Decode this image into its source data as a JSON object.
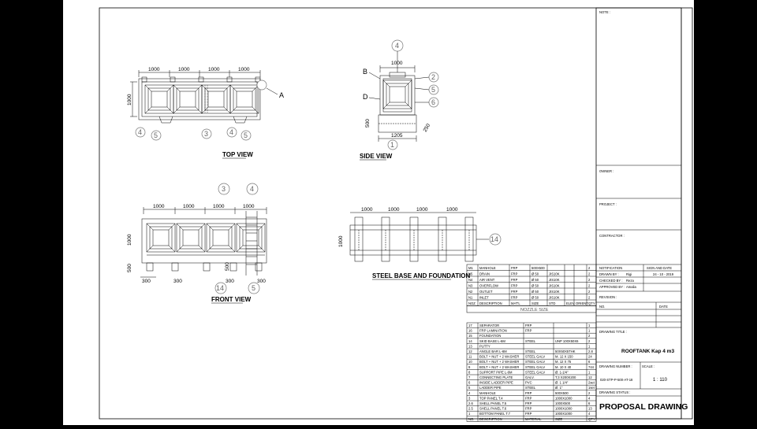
{
  "views": {
    "top": "TOP VIEW",
    "side": "SIDE VIEW",
    "front": "FRONT VIEW",
    "base": "STEEL BASE AND FOUNDATION"
  },
  "dims": {
    "d1000": "1000",
    "d1205": "1205",
    "d500": "500",
    "d300": "300",
    "d250": "250"
  },
  "balloons": [
    "1",
    "2",
    "3",
    "4",
    "5",
    "6",
    "14"
  ],
  "letters": {
    "a": "A",
    "b": "B",
    "d": "D"
  },
  "nozzle": {
    "title": "NOZZLE SIZE",
    "headers": [
      "NOZ",
      "DESCRIPTION",
      "MAT'L",
      "SIZE",
      "STD",
      "ELEV.",
      "ORIENT",
      "QTY"
    ],
    "rows": [
      [
        "M1",
        "MANHOLE",
        "FRP",
        "500X500",
        "",
        "",
        "",
        "2"
      ],
      [
        "N5",
        "DRAIN",
        "FRP",
        "Ø 50",
        "JIS10K",
        "",
        "",
        "2"
      ],
      [
        "N4",
        "AIR VENT",
        "FRP",
        "Ø 50",
        "JIS10K",
        "",
        "",
        "2"
      ],
      [
        "N3",
        "OVERFLOW",
        "FRP",
        "Ø 50",
        "JIS10K",
        "",
        "",
        "2"
      ],
      [
        "N2",
        "OUTLET",
        "FRP",
        "Ø 50",
        "JIS10K",
        "",
        "",
        "2"
      ],
      [
        "N1",
        "INLET",
        "FRP",
        "Ø 50",
        "JIS10K",
        "",
        "",
        "2"
      ]
    ]
  },
  "parts": {
    "headers": [
      "NO.",
      "DESCRIPTION",
      "MATERIAL",
      "SIZE",
      "QTY"
    ],
    "rows": [
      [
        "17",
        "SEPARATOR",
        "FRP",
        "",
        "1"
      ],
      [
        "16",
        "FRP LAMINATION",
        "FRP",
        "",
        "1"
      ],
      [
        "15",
        "FOUNDATION",
        "",
        "",
        "2"
      ],
      [
        "14",
        "SKID BASE L-6M",
        "STEEL",
        "UNP 100X50X6",
        "2"
      ],
      [
        "13",
        "PUTTY",
        "",
        "",
        "1"
      ],
      [
        "12",
        "ANGLE BAR L-6M",
        "STEEL",
        "50X50X5THK",
        "2.8"
      ],
      [
        "11",
        "BOLT + NUT + 2 WASHER",
        "STEEL GALV",
        "M. 12 X 150",
        "24"
      ],
      [
        "10",
        "BOLT + NUT + 2 WASHER",
        "STEEL GALV",
        "M. 12 X 75",
        "6"
      ],
      [
        "9",
        "BOLT + NUT + 2 WASHER",
        "STEEL GALV",
        "M. 10 X 40",
        "744"
      ],
      [
        "8",
        "SUPPORT PIPE L-6M",
        "STEEL GALV",
        "Ø. 1-1/4\"",
        "1"
      ],
      [
        "7",
        "CONNECTING PLATE",
        "GALV.",
        "T.3 X200X200",
        "12"
      ],
      [
        "6",
        "INSIDE LADDER PIPE",
        "PVC",
        "Ø. 1 1/4\"",
        "2set"
      ],
      [
        "5",
        "LADDER PIPE",
        "STEEL",
        "Ø. 1\"",
        "1set"
      ],
      [
        "4",
        "MANHOLE",
        "FRP",
        "500X500",
        "2"
      ],
      [
        "3",
        "TOP PANEL T.4",
        "FRP",
        "1000X1000",
        "4"
      ],
      [
        "2.6",
        "SHELL PANEL T.5",
        "FRP",
        "1000X500",
        "6"
      ],
      [
        "2.5",
        "SHELL PANEL T.6",
        "FRP",
        "1000X1000",
        "13"
      ],
      [
        "1",
        "BOTTOM PANEL T.7",
        "FRP",
        "1000X1000",
        "4"
      ]
    ]
  },
  "titleblock": {
    "note": "NOTE :",
    "owner": "OWNER :",
    "project": "PROJECT :",
    "contractor": "CONTRACTOR :",
    "notification": "NOTIFICATION",
    "sign_date": "SIGN AND DATE",
    "drawn_by": "DRAWN BY :",
    "drawn_name": "Rigi",
    "drawn_date": "24 - 10 - 2019",
    "checked_by": "CHECKED BY :",
    "checked_name": "Reza",
    "approved_by": "APPROVED BY :",
    "approved_name": "Amalia",
    "revision": "REVISION :",
    "no": "NO.",
    "date": "DATE",
    "drawing_title_lbl": "DRAWING TITLE :",
    "drawing_title": "ROOFTANK Kap 4 m3",
    "drawing_number_lbl": "DRAWING NUMBER :",
    "scale_lbl": "SCALE :",
    "drawing_number": "020-STP-P-500-AT-18",
    "scale": "1 : 110",
    "status_lbl": "DRAWING STATUS :",
    "status": "PROPOSAL DRAWING"
  }
}
